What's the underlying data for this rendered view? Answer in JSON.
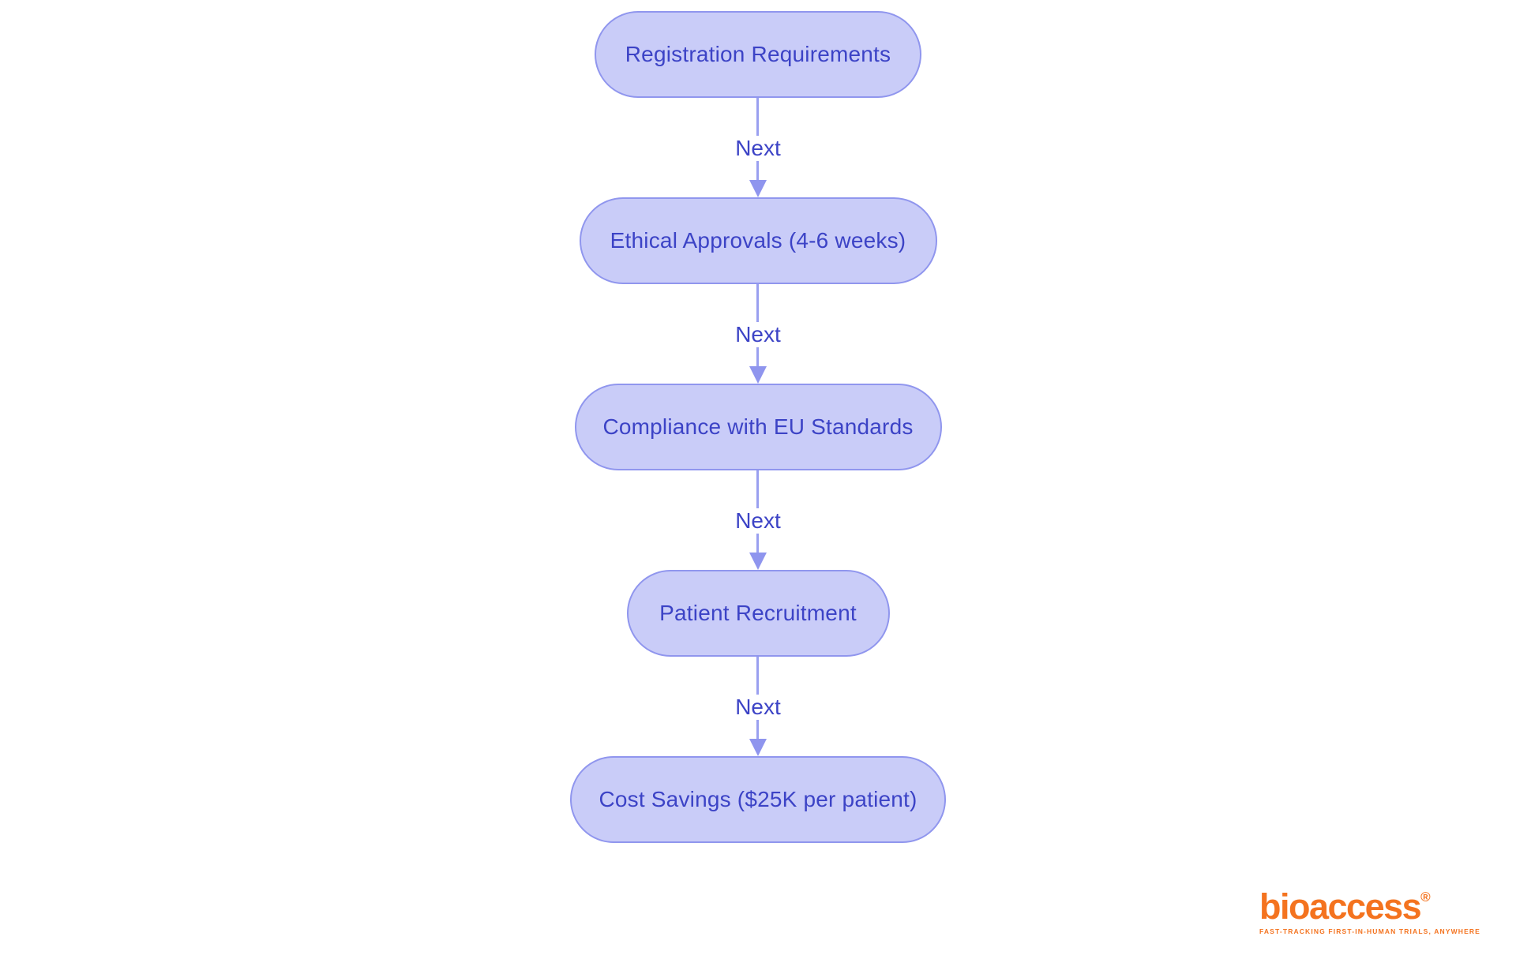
{
  "diagram": {
    "type": "flowchart-vertical",
    "nodes": [
      {
        "id": "registration-requirements",
        "label": "Registration Requirements"
      },
      {
        "id": "ethical-approvals",
        "label": "Ethical Approvals (4-6 weeks)"
      },
      {
        "id": "compliance-eu-standards",
        "label": "Compliance with EU Standards"
      },
      {
        "id": "patient-recruitment",
        "label": "Patient Recruitment"
      },
      {
        "id": "cost-savings",
        "label": "Cost Savings ($25K per patient)"
      }
    ],
    "edges": [
      {
        "from": "registration-requirements",
        "to": "ethical-approvals",
        "label": "Next"
      },
      {
        "from": "ethical-approvals",
        "to": "compliance-eu-standards",
        "label": "Next"
      },
      {
        "from": "compliance-eu-standards",
        "to": "patient-recruitment",
        "label": "Next"
      },
      {
        "from": "patient-recruitment",
        "to": "cost-savings",
        "label": "Next"
      }
    ],
    "colors": {
      "node_fill": "#c9ccf8",
      "node_border": "#9096ee",
      "node_text": "#3c43c6",
      "edge_line": "#9aa0f0",
      "edge_arrowhead": "#8f95ee",
      "edge_label_text": "#3c43c6",
      "background": "#ffffff"
    }
  },
  "branding": {
    "logo_text": "bioaccess",
    "registered_mark": "®",
    "tagline": "FAST-TRACKING FIRST-IN-HUMAN TRIALS, ANYWHERE",
    "logo_color": "#f4731f"
  }
}
